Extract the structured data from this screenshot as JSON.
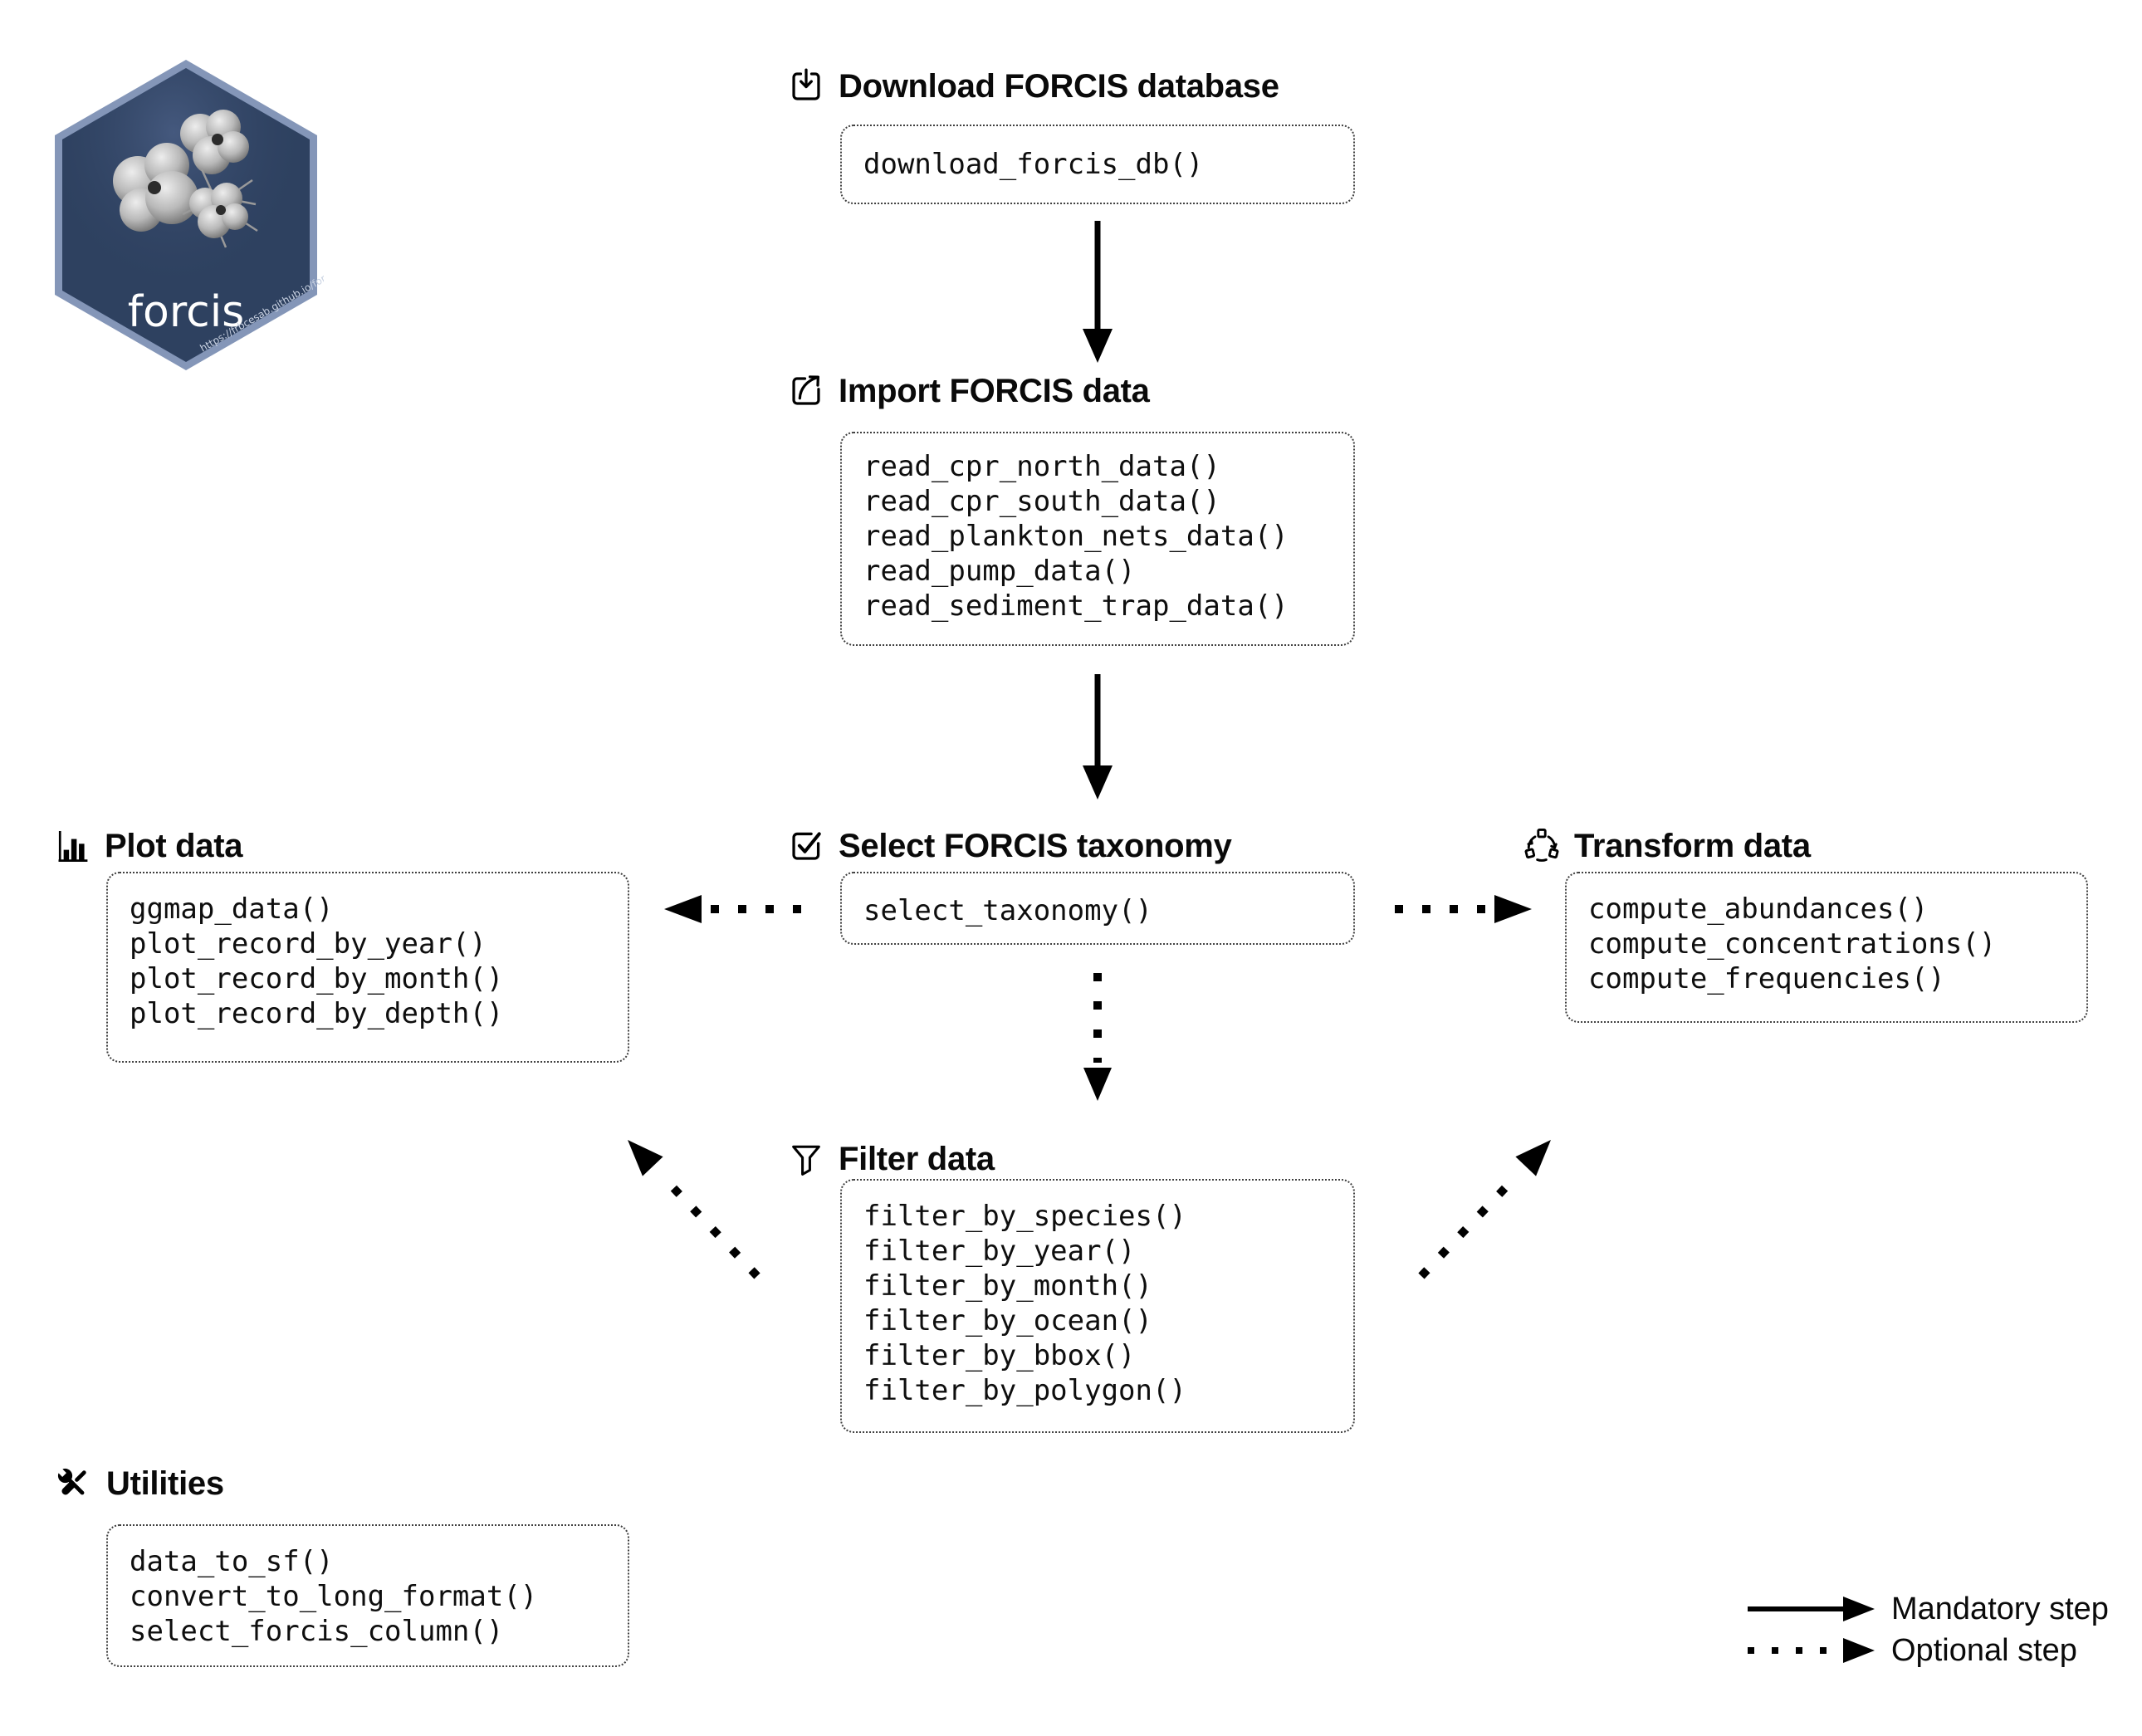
{
  "logo": {
    "label": "forcis",
    "url_text": "https://frbcesab.github.io/forcis",
    "hex_fill": "#2e4160",
    "hex_border": "#8496b8"
  },
  "sections": {
    "download": {
      "title": "Download FORCIS database",
      "icon": "tray-arrow-down",
      "functions": [
        "download_forcis_db()"
      ]
    },
    "import": {
      "title": "Import FORCIS data",
      "icon": "box-arrow-out",
      "functions": [
        "read_cpr_north_data()",
        "read_cpr_south_data()",
        "read_plankton_nets_data()",
        "read_pump_data()",
        "read_sediment_trap_data()"
      ]
    },
    "select": {
      "title": "Select FORCIS taxonomy",
      "icon": "checkbox-check",
      "functions": [
        "select_taxonomy()"
      ]
    },
    "plot": {
      "title": "Plot data",
      "icon": "bar-chart",
      "functions": [
        "ggmap_data()",
        "plot_record_by_year()",
        "plot_record_by_month()",
        "plot_record_by_depth()"
      ]
    },
    "transform": {
      "title": "Transform data",
      "icon": "transform-cycle",
      "functions": [
        "compute_abundances()",
        "compute_concentrations()",
        "compute_frequencies()"
      ]
    },
    "filter": {
      "title": "Filter data",
      "icon": "funnel",
      "functions": [
        "filter_by_species()",
        "filter_by_year()",
        "filter_by_month()",
        "filter_by_ocean()",
        "filter_by_bbox()",
        "filter_by_polygon()"
      ]
    },
    "utilities": {
      "title": "Utilities",
      "icon": "crossed-tools",
      "functions": [
        "data_to_sf()",
        "convert_to_long_format()",
        "select_forcis_column()"
      ]
    }
  },
  "legend": {
    "mandatory_label": "Mandatory step",
    "optional_label": "Optional step"
  },
  "colors": {
    "ink": "#000000",
    "box_border": "#3f3f3f",
    "hex_fill": "#2e4160",
    "hex_border": "#8496b8"
  }
}
